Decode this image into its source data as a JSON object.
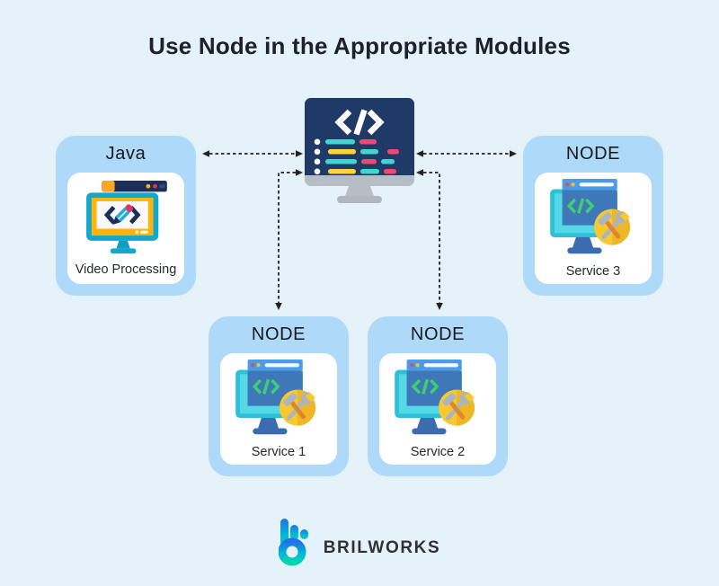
{
  "title": "Use Node in the Appropriate Modules",
  "modules": [
    {
      "id": "java",
      "label": "Java",
      "service": "Video Processing",
      "icon": "video-processing-monitor-icon",
      "position": "left"
    },
    {
      "id": "node-service-3",
      "label": "NODE",
      "service": "Service 3",
      "icon": "node-service-monitor-icon",
      "position": "right"
    },
    {
      "id": "node-service-1",
      "label": "NODE",
      "service": "Service 1",
      "icon": "node-service-monitor-icon",
      "position": "bottom-left"
    },
    {
      "id": "node-service-2",
      "label": "NODE",
      "service": "Service 2",
      "icon": "node-service-monitor-icon",
      "position": "bottom-right"
    }
  ],
  "center": {
    "icon": "code-monitor-icon"
  },
  "connectors": [
    {
      "from": "center",
      "to": "java",
      "style": "dashed",
      "heads": "both"
    },
    {
      "from": "center",
      "to": "node-service-3",
      "style": "dashed",
      "heads": "both"
    },
    {
      "from": "center",
      "to": "node-service-1",
      "style": "dashed",
      "heads": "both"
    },
    {
      "from": "center",
      "to": "node-service-2",
      "style": "dashed",
      "heads": "both"
    }
  ],
  "logo": {
    "brand": "BRILWORKS",
    "icon": "brilworks-b-icon"
  },
  "colors": {
    "background": "#e6f2f9",
    "card_fill": "#aed9f8",
    "card_inner": "#ffffff",
    "arrow": "#222222",
    "title_text": "#1d2228",
    "monitor_navy": "#1f3a66",
    "code_teal": "#40d6cf",
    "code_yellow": "#ffd23e",
    "code_pink": "#f0486e",
    "java_teal": "#12a7cc",
    "java_yellow": "#ffb40a",
    "node_header_blue": "#4b9ce8",
    "node_body_blue": "#3f78b8",
    "node_green": "#3ecf71",
    "node_turquoise": "#2fc0d8",
    "badge_yellow": "#f9c72e",
    "tool_orange": "#e0862e",
    "logo_gradient_top": "#2173e8",
    "logo_gradient_bottom": "#00d5ae"
  }
}
